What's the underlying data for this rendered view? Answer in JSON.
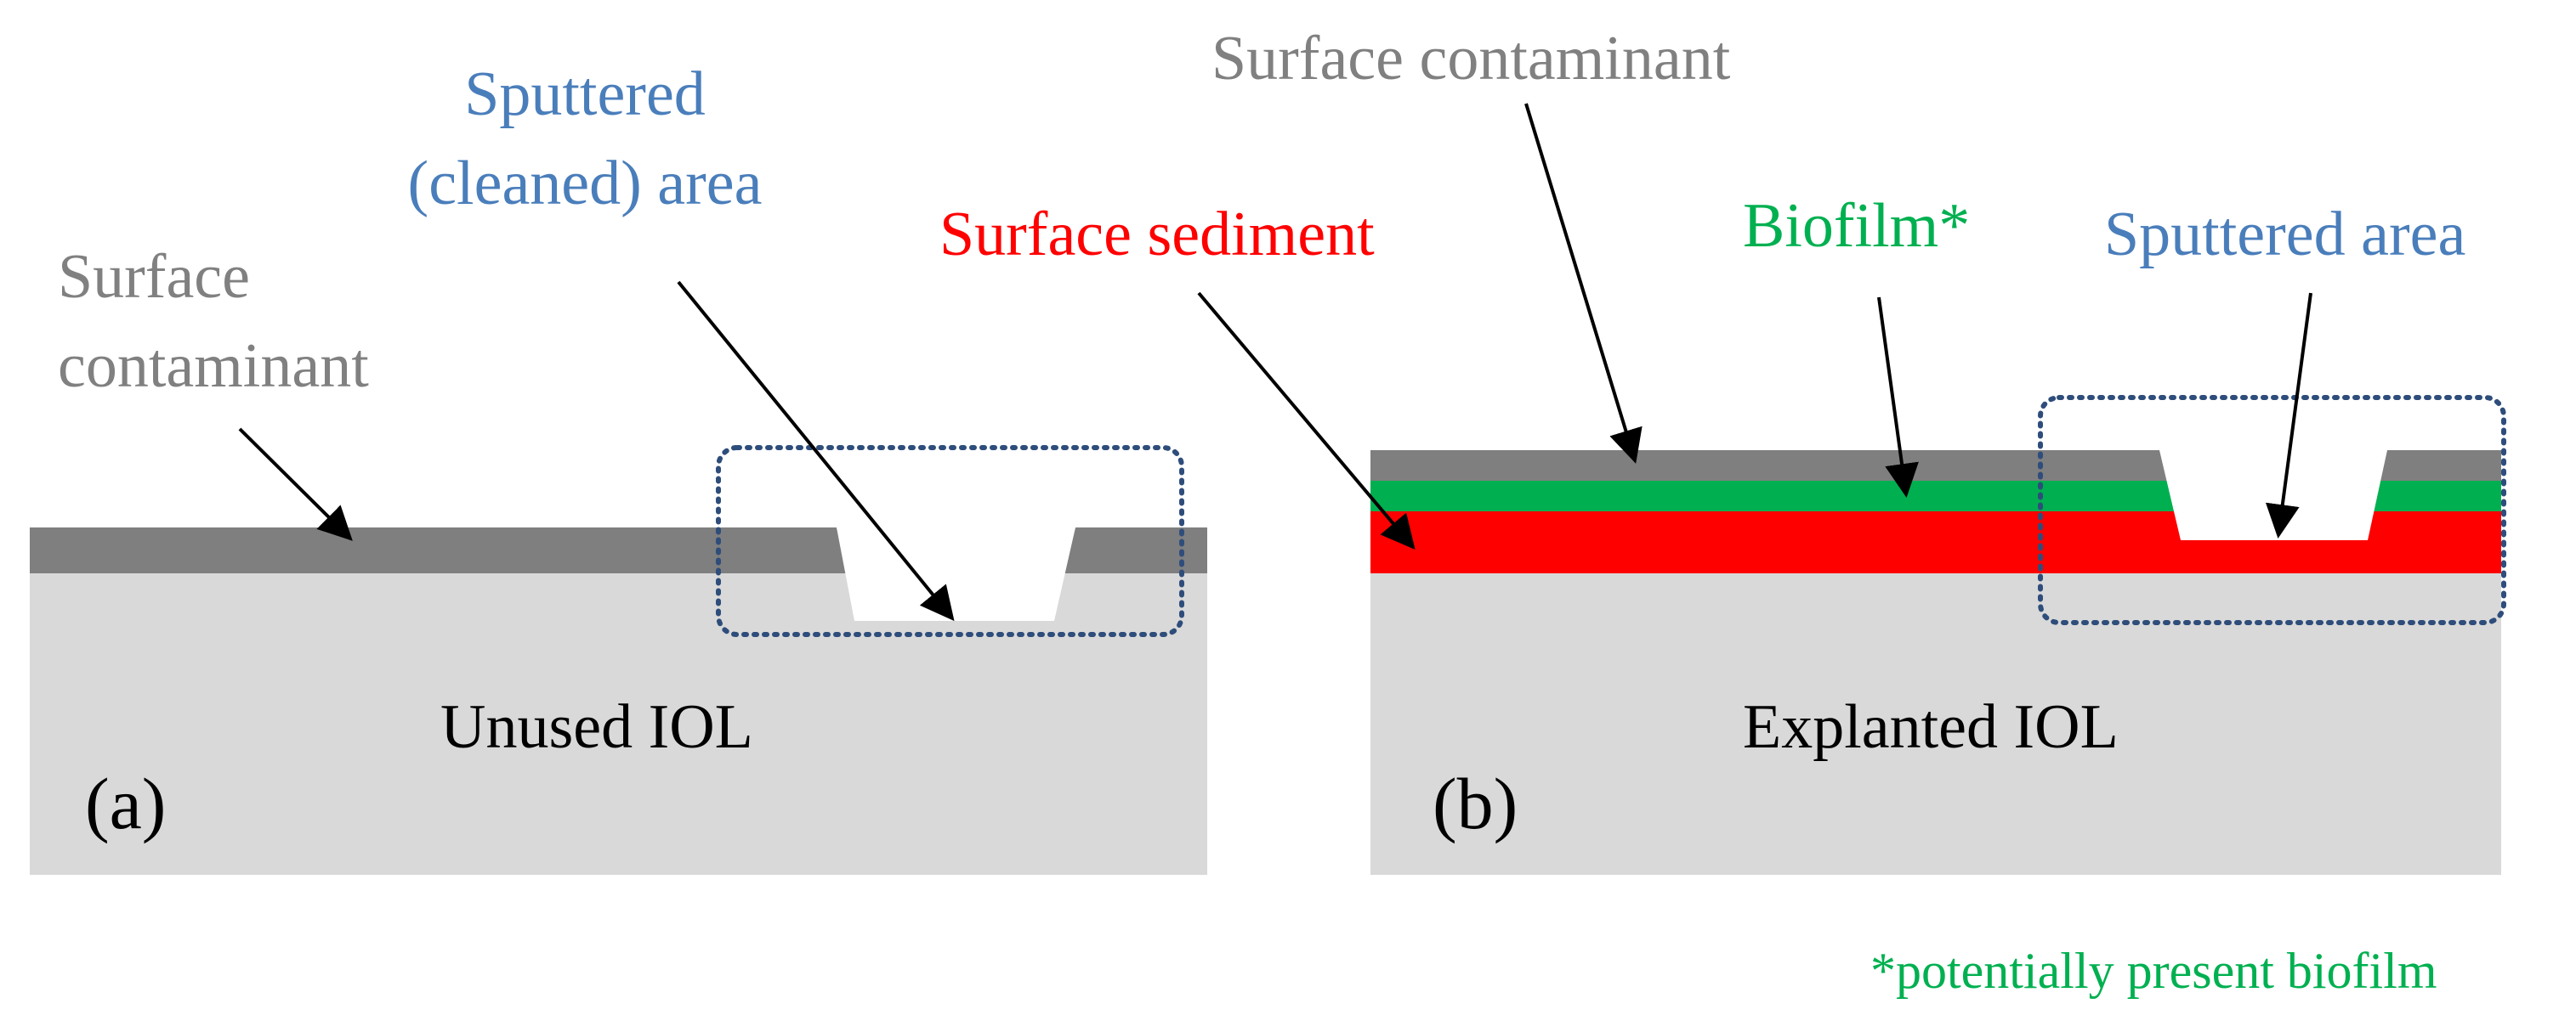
{
  "colors": {
    "substrate": "#d9d9d9",
    "contaminant": "#7f7f7f",
    "sediment": "#ff0000",
    "biofilm": "#00b050",
    "sputter_label": "#4a7ebb",
    "sputter_box": "#2e4d7b",
    "contaminant_label": "#808080",
    "biofilm_label": "#00b050",
    "sediment_label": "#ff0000",
    "text": "#000000",
    "arrow": "#000000"
  },
  "panel_a": {
    "panel_label": "(a)",
    "body_label": "Unused IOL",
    "contaminant_label_line1": "Surface",
    "contaminant_label_line2": "contaminant",
    "sputter_label_line1": "Sputtered",
    "sputter_label_line2": "(cleaned) area"
  },
  "panel_b": {
    "panel_label": "(b)",
    "body_label": "Explanted IOL",
    "contaminant_label": "Surface contaminant",
    "sediment_label": "Surface sediment",
    "biofilm_label": "Biofilm*",
    "sputter_label": "Sputtered area"
  },
  "footnote": "*potentially present biofilm"
}
